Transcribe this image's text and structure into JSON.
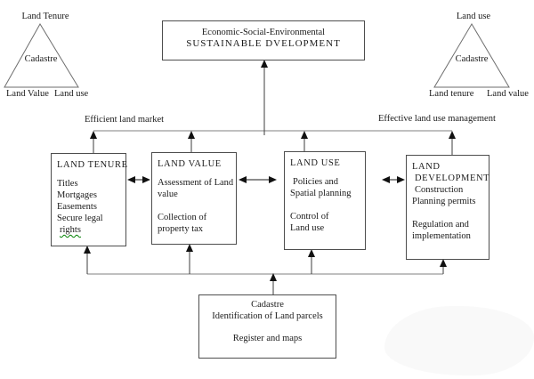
{
  "triangle_left": {
    "top": "Land Tenure",
    "center": "Cadastre",
    "bottom_left": "Land Value",
    "bottom_right": "Land use"
  },
  "triangle_right": {
    "top": "Land use",
    "center": "Cadastre",
    "bottom_left": "Land tenure",
    "bottom_right": "Land value"
  },
  "top_box": {
    "line1": "Economic-Social-Environmental",
    "line2": "SUSTAINABLE DVELOPMENT"
  },
  "flow_labels": {
    "left": "Efficient land market",
    "right": "Effective land use management"
  },
  "boxes": [
    {
      "title": "LAND TENURE",
      "lines": [
        "Titles",
        "Mortgages",
        "Easements",
        "Secure legal",
        "rights"
      ]
    },
    {
      "title": "LAND VALUE",
      "lines": [
        "Assessment of Land",
        "value",
        "",
        "Collection of",
        "property tax"
      ]
    },
    {
      "title": "LAND USE",
      "lines": [
        "Policies and",
        "Spatial planning",
        "",
        "Control of",
        "Land use"
      ]
    },
    {
      "title": "LAND",
      "title2": "DEVELOPMENT",
      "lines": [
        "Construction",
        "Planning permits",
        "",
        "Regulation and",
        "implementation"
      ]
    }
  ],
  "bottom_box": {
    "line1": "Cadastre",
    "line2": "Identification of Land parcels",
    "line3": "Register and maps"
  },
  "colors": {
    "connector_gray": "#9a9a9a",
    "arrow_black": "#111111",
    "box_border": "#4d4d4d",
    "squiggle_green": "#008000",
    "watermark_gray": "#f9f9f9",
    "background": "#ffffff"
  }
}
